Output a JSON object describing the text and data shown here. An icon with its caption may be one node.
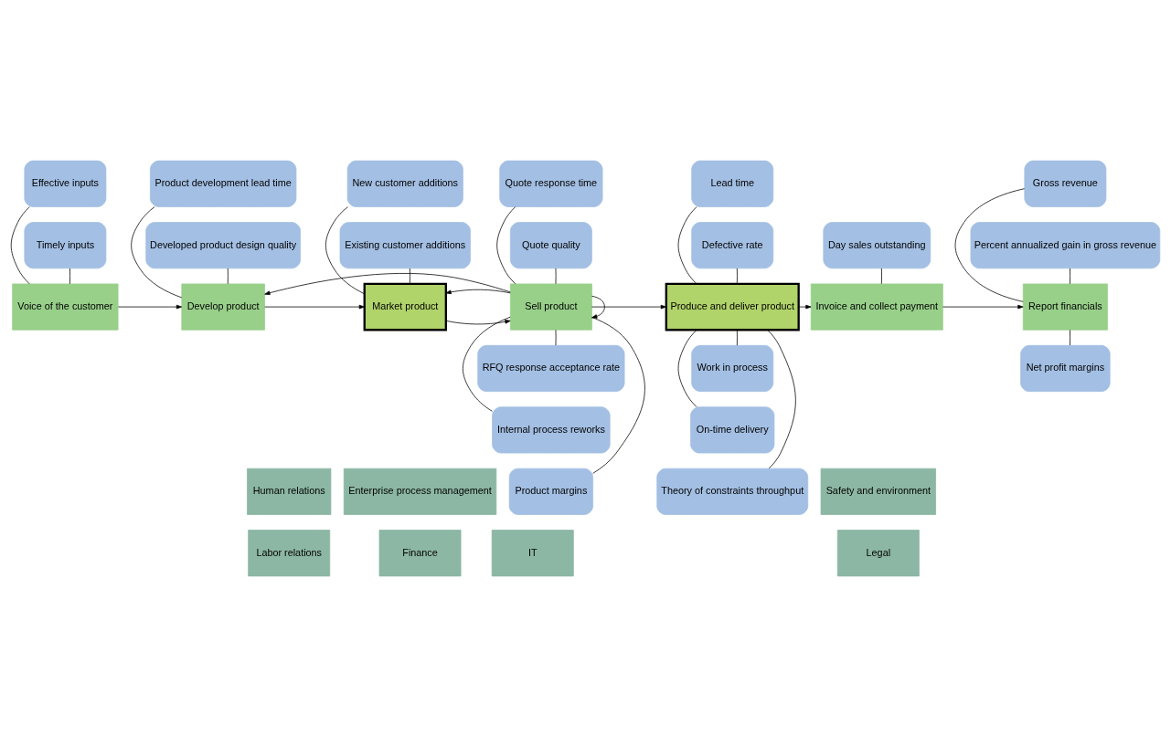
{
  "diagram": {
    "nodes": [
      {
        "text": [
          "Voice of the customer"
        ]
      },
      {
        "text": [
          "Develop product"
        ]
      },
      {
        "text": [
          "Market product"
        ]
      },
      {
        "text": [
          "Sell product"
        ]
      },
      {
        "text": [
          "Produce and deliver product"
        ]
      },
      {
        "text": [
          "Invoice and collect payment"
        ]
      },
      {
        "text": [
          "Report financials"
        ]
      },
      {
        "text": [
          "Effective inputs"
        ]
      },
      {
        "text": [
          "Timely inputs"
        ]
      },
      {
        "text": [
          "Product development lead time"
        ]
      },
      {
        "text": [
          "Developed product design quality"
        ]
      },
      {
        "text": [
          "New customer additions"
        ]
      },
      {
        "text": [
          "Existing customer additions"
        ]
      },
      {
        "text": [
          "Quote response time"
        ]
      },
      {
        "text": [
          "Quote quality"
        ]
      },
      {
        "text": [
          "RFQ response acceptance rate"
        ]
      },
      {
        "text": [
          "Internal process reworks"
        ]
      },
      {
        "text": [
          "Product margins"
        ]
      },
      {
        "text": [
          "Lead time"
        ]
      },
      {
        "text": [
          "Defective rate"
        ]
      },
      {
        "text": [
          "Work in process"
        ]
      },
      {
        "text": [
          "On-time delivery"
        ]
      },
      {
        "text": [
          "Theory of constraints throughput"
        ]
      },
      {
        "text": [
          "Day sales outstanding"
        ]
      },
      {
        "text": [
          "Gross revenue"
        ]
      },
      {
        "text": [
          "Percent annualized gain in gross revenue"
        ]
      },
      {
        "text": [
          "Net profit margins"
        ]
      },
      {
        "text": [
          "Enterprise process management"
        ]
      },
      {
        "text": [
          "IT"
        ]
      },
      {
        "text": [
          "Finance"
        ]
      },
      {
        "text": [
          "Human relations"
        ]
      },
      {
        "text": [
          "Safety and environment"
        ]
      },
      {
        "text": [
          "Labor relations"
        ]
      },
      {
        "text": [
          "Legal"
        ]
      }
    ],
    "edges": [
      {
        "from": 0,
        "to": 1,
        "arrow": "to"
      },
      {
        "from": 1,
        "to": 2,
        "arrow": "to"
      },
      {
        "from": 2,
        "to": 3,
        "arrow": "to"
      },
      {
        "from": 3,
        "to": 4,
        "arrow": "to"
      },
      {
        "from": 4,
        "to": 5,
        "arrow": "to"
      },
      {
        "from": 5,
        "to": 6,
        "arrow": "to"
      },
      {
        "from": 3,
        "to": 1,
        "arrow": "to"
      },
      {
        "from": 3,
        "to": 2,
        "arrow": "to"
      },
      {
        "from": 3,
        "to": 3,
        "arrow": "to"
      },
      {
        "from": 0,
        "to": 7,
        "arrow": "none"
      },
      {
        "from": 0,
        "to": 8,
        "arrow": "none"
      },
      {
        "from": 1,
        "to": 9,
        "arrow": "none"
      },
      {
        "from": 1,
        "to": 10,
        "arrow": "none"
      },
      {
        "from": 2,
        "to": 11,
        "arrow": "none"
      },
      {
        "from": 2,
        "to": 12,
        "arrow": "none"
      },
      {
        "from": 3,
        "to": 13,
        "arrow": "none"
      },
      {
        "from": 3,
        "to": 14,
        "arrow": "none"
      },
      {
        "from": 3,
        "to": 15,
        "arrow": "none"
      },
      {
        "from": 3,
        "to": 16,
        "arrow": "none"
      },
      {
        "from": 3,
        "to": 17,
        "arrow": "none"
      },
      {
        "from": 4,
        "to": 18,
        "arrow": "none"
      },
      {
        "from": 4,
        "to": 19,
        "arrow": "none"
      },
      {
        "from": 4,
        "to": 20,
        "arrow": "none"
      },
      {
        "from": 4,
        "to": 21,
        "arrow": "none"
      },
      {
        "from": 4,
        "to": 22,
        "arrow": "none"
      },
      {
        "from": 5,
        "to": 23,
        "arrow": "none"
      },
      {
        "from": 6,
        "to": 24,
        "arrow": "none"
      },
      {
        "from": 6,
        "to": 25,
        "arrow": "none"
      },
      {
        "from": 6,
        "to": 26,
        "arrow": "none"
      }
    ]
  }
}
